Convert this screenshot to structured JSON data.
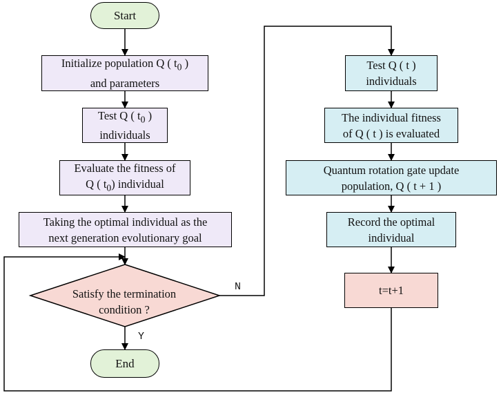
{
  "nodes": {
    "start": "Start",
    "init": {
      "line1_pre": "Initialize population Q ( t",
      "line1_sub": "0",
      "line1_post": " )",
      "line2": "and parameters"
    },
    "test_q0": {
      "line1_pre": "Test Q ( t",
      "line1_sub": "0",
      "line1_post": " )",
      "line2": "individuals"
    },
    "eval_q0": {
      "line1": "Evaluate the fitness of",
      "line2_pre": "Q ( t",
      "line2_sub": "0",
      "line2_post": ") individual"
    },
    "optimal_goal": {
      "line1": "Taking the optimal individual as the",
      "line2": "next generation evolutionary goal"
    },
    "decision": {
      "line1": "Satisfy the termination",
      "line2": "condition ?"
    },
    "end": "End",
    "test_qt": {
      "line1": "Test Q ( t )",
      "line2": "individuals"
    },
    "eval_qt": {
      "line1": "The individual fitness",
      "line2": "of Q ( t ) is evaluated"
    },
    "quantum_update": {
      "line1": "Quantum rotation gate update",
      "line2": "population, Q ( t + 1 )"
    },
    "record": {
      "line1": "Record the optimal",
      "line2": "individual"
    },
    "increment": "t=t+1"
  },
  "edge_labels": {
    "no": "N",
    "yes": "Y"
  },
  "colors": {
    "terminal_fill": "#e2f2d8",
    "left_process_fill": "#efe9f8",
    "right_process_fill": "#d6eef3",
    "decision_fill": "#f8d9d4",
    "stroke": "#000000"
  }
}
